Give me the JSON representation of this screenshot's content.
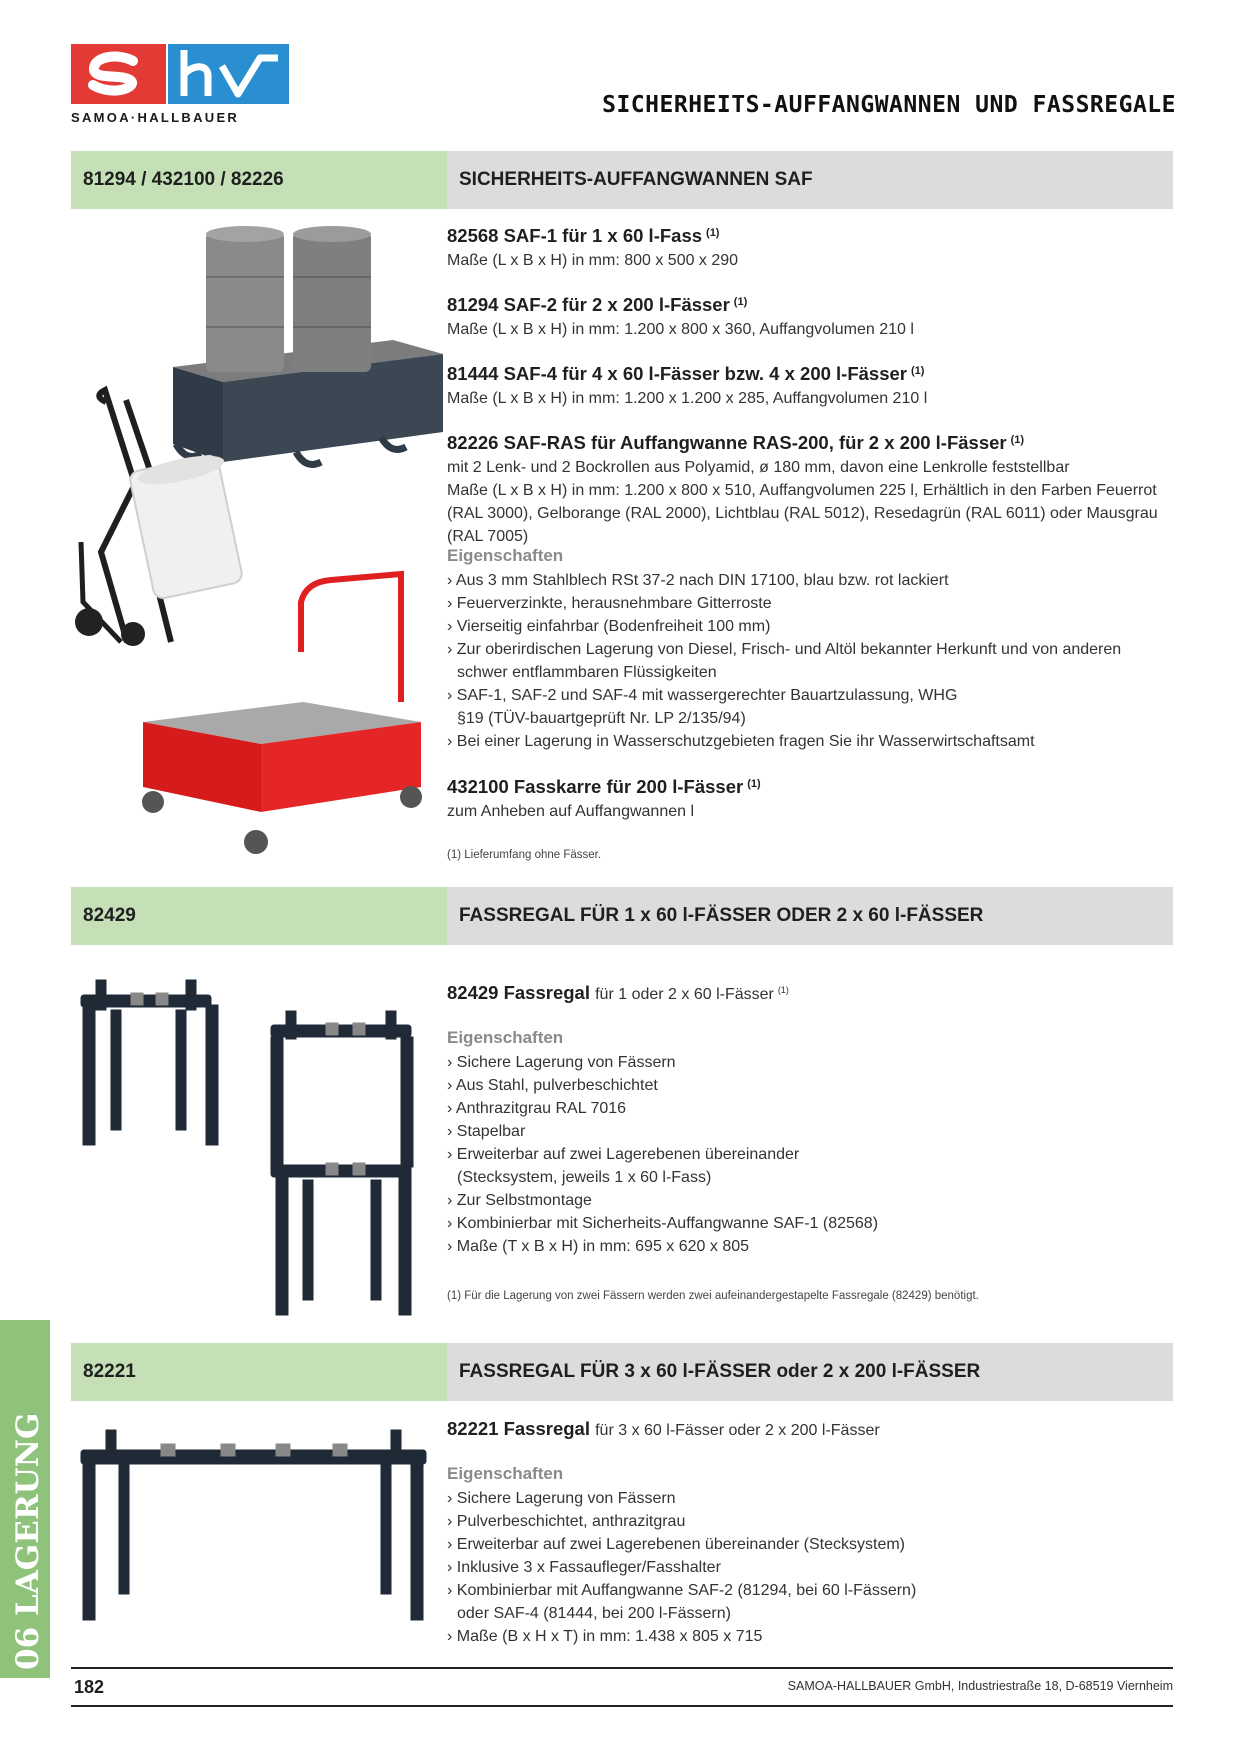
{
  "logo": {
    "name": "SAMOA·HALLBAUER",
    "colors": {
      "red": "#e43a35",
      "blue": "#2a8fd0"
    }
  },
  "page_title": "SICHERHEITS-AUFFANGWANNEN UND FASSREGALE",
  "side_tab": {
    "label": "06 LAGERUNG",
    "color": "#8fc37c"
  },
  "sections": [
    {
      "left": "81294 / 432100 / 82226",
      "right": "SICHERHEITS-AUFFANGWANNEN SAF",
      "products": [
        {
          "title": "82568  SAF-1 für 1 x 60 l-Fass",
          "sup": "(1)",
          "desc": [
            "Maße (L x B x H) in mm: 800 x 500 x 290"
          ]
        },
        {
          "title": "81294  SAF-2 für 2 x 200 l-Fässer",
          "sup": "(1)",
          "desc": [
            "Maße (L x B x H) in mm: 1.200 x 800 x 360, Auffangvolumen 210 l"
          ]
        },
        {
          "title": "81444 SAF-4 für 4 x 60 l-Fässer bzw. 4 x 200 l-Fässer",
          "sup": "(1)",
          "desc": [
            "Maße (L x B x H) in mm: 1.200 x 1.200 x 285, Auffangvolumen 210 l"
          ]
        },
        {
          "title": "82226  SAF-RAS für Auffangwanne RAS-200, für 2 x 200 l-Fässer",
          "sup": "(1)",
          "desc": [
            "mit 2 Lenk- und 2 Bockrollen aus Polyamid, ø 180 mm, davon eine Lenkrolle feststellbar",
            "Maße (L x B x H) in mm: 1.200 x 800 x 510, Auffangvolumen 225 l, Erhältlich in den Farben Feuerrot (RAL 3000), Gelborange (RAL 2000), Lichtblau (RAL 5012), Resedagrün (RAL 6011) oder Mausgrau (RAL 7005)"
          ]
        }
      ],
      "eigenschaften_title": "Eigenschaften",
      "features": [
        "› Aus 3 mm Stahlblech RSt 37-2 nach DIN 17100, blau bzw. rot lackiert",
        "› Feuerverzinkte, herausnehmbare Gitterroste",
        "› Vierseitig einfahrbar (Bodenfreiheit 100 mm)",
        "› Zur oberirdischen Lagerung von Diesel, Frisch- und Altöl bekannter Herkunft und von anderen schwer entflammbaren Flüssigkeiten",
        "› SAF-1, SAF-2 und SAF-4 mit wassergerechter Bauartzulassung, WHG §19 (TÜV-bauartgeprüft Nr. LP 2/135/94)",
        "› Bei einer Lagerung in Wasserschutzgebieten fragen Sie ihr Wasserwirtschaftsamt"
      ],
      "extra_product": {
        "title": "432100  Fasskarre für 200 l-Fässer",
        "sup": "(1)",
        "desc": "zum Anheben auf Auffangwannen l"
      },
      "footnote": "(1) Lieferumfang ohne Fässer."
    },
    {
      "left": "82429",
      "right": "FASSREGAL FÜR 1 x 60 l-FÄSSER ODER 2 x 60 l-FÄSSER",
      "product": {
        "title": "82429  Fassregal",
        "normal": "für 1 oder 2 x 60 l-Fässer",
        "sup": "(1)"
      },
      "eigenschaften_title": "Eigenschaften",
      "features": [
        "› Sichere Lagerung von Fässern",
        "› Aus Stahl, pulverbeschichtet",
        "› Anthrazitgrau RAL 7016",
        "› Stapelbar",
        "› Erweiterbar auf zwei Lagerebenen übereinander (Stecksystem, jeweils 1 x 60 l-Fass)",
        "› Zur Selbstmontage",
        "› Kombinierbar mit Sicherheits-Auffangwanne SAF-1 (82568)",
        "› Maße (T x B x H) in mm: 695 x 620 x 805"
      ],
      "footnote": "(1) Für die Lagerung von zwei Fässern werden zwei aufeinandergestapelte Fassregale (82429) benötigt."
    },
    {
      "left": "82221",
      "right": "FASSREGAL FÜR 3 x 60 l-FÄSSER oder 2 x 200 l-FÄSSER",
      "product": {
        "title": "82221  Fassregal",
        "normal": "für 3 x 60 l-Fässer oder 2 x 200 l-Fässer"
      },
      "eigenschaften_title": "Eigenschaften",
      "features": [
        "› Sichere Lagerung von Fässern",
        "› Pulverbeschichtet, anthrazitgrau",
        "› Erweiterbar auf zwei Lagerebenen übereinander (Stecksystem)",
        "› Inklusive 3 x Fassaufleger/Fasshalter",
        "› Kombinierbar mit Auffangwanne SAF-2 (81294, bei 60 l-Fässern) oder SAF-4 (81444, bei 200 l-Fässern)",
        "› Maße (B x H x T) in mm: 1.438 x 805 x 715"
      ]
    }
  ],
  "footer": {
    "page": "182",
    "text": "SAMOA-HALLBAUER GmbH, Industriestraße 18, D-68519 Viernheim"
  }
}
